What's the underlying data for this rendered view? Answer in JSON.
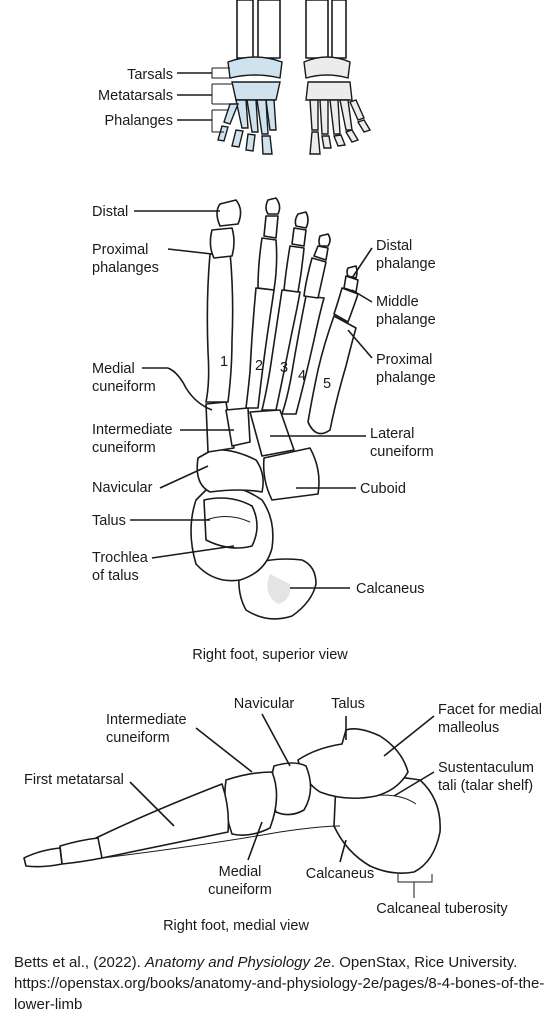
{
  "overview": {
    "labels": {
      "tarsals": "Tarsals",
      "metatarsals": "Metatarsals",
      "phalanges": "Phalanges"
    }
  },
  "superior": {
    "caption": "Right foot, superior view",
    "labels": {
      "distal": "Distal",
      "proximal_phalanges_1": "Proximal",
      "proximal_phalanges_2": "phalanges",
      "medial_cuneiform_1": "Medial",
      "medial_cuneiform_2": "cuneiform",
      "intermediate_cuneiform_1": "Intermediate",
      "intermediate_cuneiform_2": "cuneiform",
      "navicular": "Navicular",
      "talus": "Talus",
      "trochlea_1": "Trochlea",
      "trochlea_2": "of talus",
      "distal_phalange_1": "Distal",
      "distal_phalange_2": "phalange",
      "middle_phalange_1": "Middle",
      "middle_phalange_2": "phalange",
      "proximal_phalange_1": "Proximal",
      "proximal_phalange_2": "phalange",
      "lateral_cuneiform_1": "Lateral",
      "lateral_cuneiform_2": "cuneiform",
      "cuboid": "Cuboid",
      "calcaneus": "Calcaneus"
    },
    "metatarsal_numbers": [
      "1",
      "2",
      "3",
      "4",
      "5"
    ]
  },
  "medial": {
    "caption": "Right foot, medial view",
    "labels": {
      "navicular": "Navicular",
      "talus": "Talus",
      "intermediate_cuneiform_1": "Intermediate",
      "intermediate_cuneiform_2": "cuneiform",
      "facet_1": "Facet for medial",
      "facet_2": "malleolus",
      "first_metatarsal": "First metatarsal",
      "sustentaculum_1": "Sustentaculum",
      "sustentaculum_2": "tali (talar shelf)",
      "medial_cuneiform_1": "Medial",
      "medial_cuneiform_2": "cuneiform",
      "calcaneus": "Calcaneus",
      "calcaneal_tuberosity": "Calcaneal tuberosity"
    }
  },
  "credit": {
    "authors": "Betts et al., (2022). ",
    "title": "Anatomy and Physiology 2e",
    "rest": ". OpenStax, Rice University. https://openstax.org/books/anatomy-and-physiology-2e/pages/8-4-bones-of-the-lower-limb"
  }
}
